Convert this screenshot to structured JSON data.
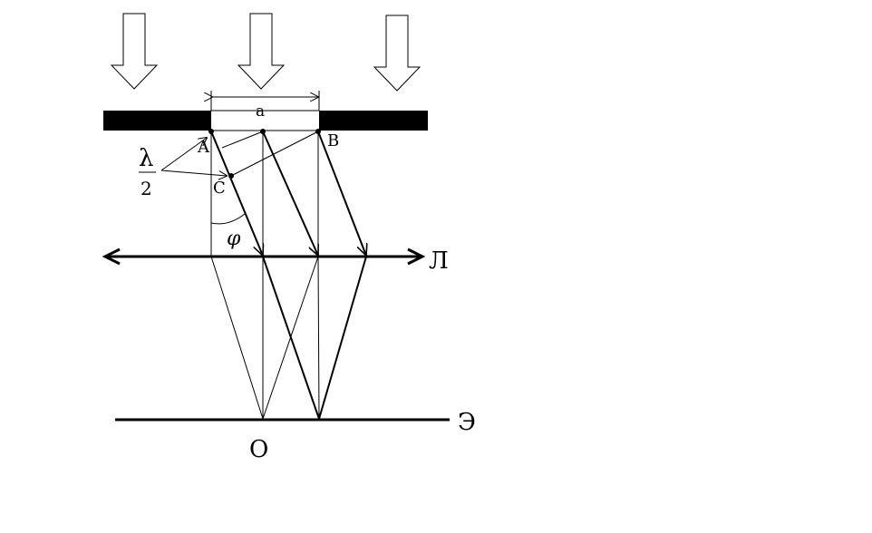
{
  "labels": {
    "slit_width": "a",
    "point_a": "A",
    "point_b": "B",
    "point_c": "C",
    "lambda": "λ",
    "two": "2",
    "angle": "φ",
    "lens": "Л",
    "screen": "Э",
    "center": "O"
  }
}
